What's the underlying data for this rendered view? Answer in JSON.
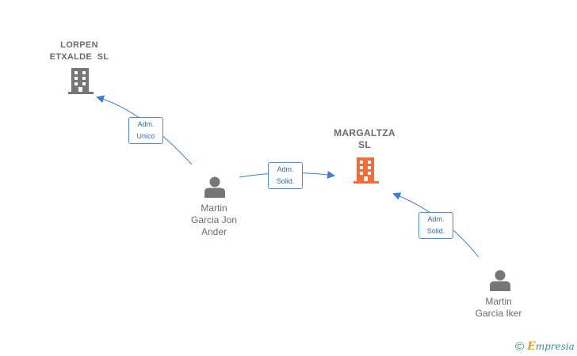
{
  "nodes": {
    "lorpen": {
      "line1": "LORPEN",
      "line2": "ETXALDE  SL",
      "color": "#777777"
    },
    "margaltza": {
      "line1": "MARGALTZA",
      "line2": "SL",
      "color": "#f26d3a"
    },
    "jon": {
      "line1": "Martin",
      "line2": "Garcia Jon",
      "line3": "Ander"
    },
    "iker": {
      "line1": "Martin",
      "line2": "Garcia Iker"
    }
  },
  "edges": {
    "jon_lorpen": {
      "line1": "Adm.",
      "line2": "Unico"
    },
    "jon_margaltza": {
      "line1": "Adm.",
      "line2": "Solid."
    },
    "iker_margaltza": {
      "line1": "Adm.",
      "line2": "Solid."
    }
  },
  "colors": {
    "edge": "#3b7fd4",
    "person": "#777777",
    "accent": "#f26d3a"
  },
  "footer": {
    "copyright": "©",
    "brand_e": "E",
    "brand_rest": "mpresia"
  }
}
